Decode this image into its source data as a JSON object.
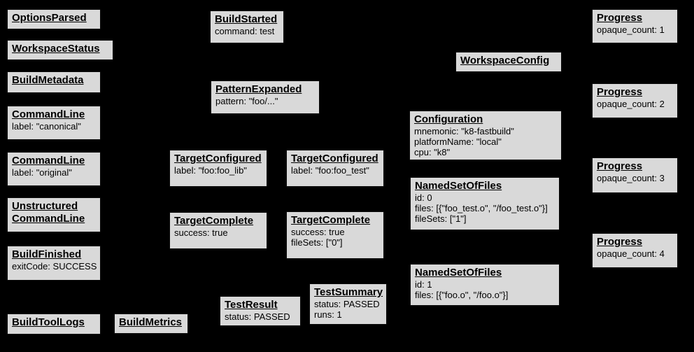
{
  "colors": {
    "background": "#000000",
    "box_fill": "#d9d9d9",
    "box_border": "#0a0a0a",
    "text": "#000000"
  },
  "boxes": [
    {
      "title": "OptionsParsed",
      "lines": []
    },
    {
      "title": "WorkspaceStatus",
      "lines": []
    },
    {
      "title": "BuildMetadata",
      "lines": []
    },
    {
      "title": "CommandLine",
      "lines": [
        "label: \"canonical\""
      ]
    },
    {
      "title": "CommandLine",
      "lines": [
        "label: \"original\""
      ]
    },
    {
      "title": "Unstructured\nCommandLine",
      "lines": []
    },
    {
      "title": "BuildFinished",
      "lines": [
        "exitCode: SUCCESS"
      ]
    },
    {
      "title": "BuildToolLogs",
      "lines": []
    },
    {
      "title": "BuildMetrics",
      "lines": []
    },
    {
      "title": "BuildStarted",
      "lines": [
        "command: test"
      ]
    },
    {
      "title": "PatternExpanded",
      "lines": [
        "pattern: \"foo/...\""
      ]
    },
    {
      "title": "TargetConfigured",
      "lines": [
        "label: \"foo:foo_lib\""
      ]
    },
    {
      "title": "TargetConfigured",
      "lines": [
        "label: \"foo:foo_test\""
      ]
    },
    {
      "title": "TargetComplete",
      "lines": [
        "success: true"
      ]
    },
    {
      "title": "TargetComplete",
      "lines": [
        "success: true",
        "fileSets: [\"0\"]"
      ]
    },
    {
      "title": "TestResult",
      "lines": [
        "status: PASSED"
      ]
    },
    {
      "title": "TestSummary",
      "lines": [
        "status: PASSED",
        "runs: 1"
      ]
    },
    {
      "title": "WorkspaceConfig",
      "lines": []
    },
    {
      "title": "Configuration",
      "lines": [
        "mnemonic: \"k8-fastbuild\"",
        "platformName: \"local\"",
        "cpu: \"k8\""
      ]
    },
    {
      "title": "NamedSetOfFiles",
      "lines": [
        "id: 0",
        "files: [{\"foo_test.o\", \"/foo_test.o\"}]",
        "fileSets: [\"1\"]"
      ]
    },
    {
      "title": "NamedSetOfFiles",
      "lines": [
        "id: 1",
        "files: [{\"foo.o\", \"/foo.o\"}]"
      ]
    },
    {
      "title": "Progress",
      "lines": [
        "opaque_count: 1"
      ]
    },
    {
      "title": "Progress",
      "lines": [
        "opaque_count: 2"
      ]
    },
    {
      "title": "Progress",
      "lines": [
        "opaque_count: 3"
      ]
    },
    {
      "title": "Progress",
      "lines": [
        "opaque_count: 4"
      ]
    }
  ]
}
